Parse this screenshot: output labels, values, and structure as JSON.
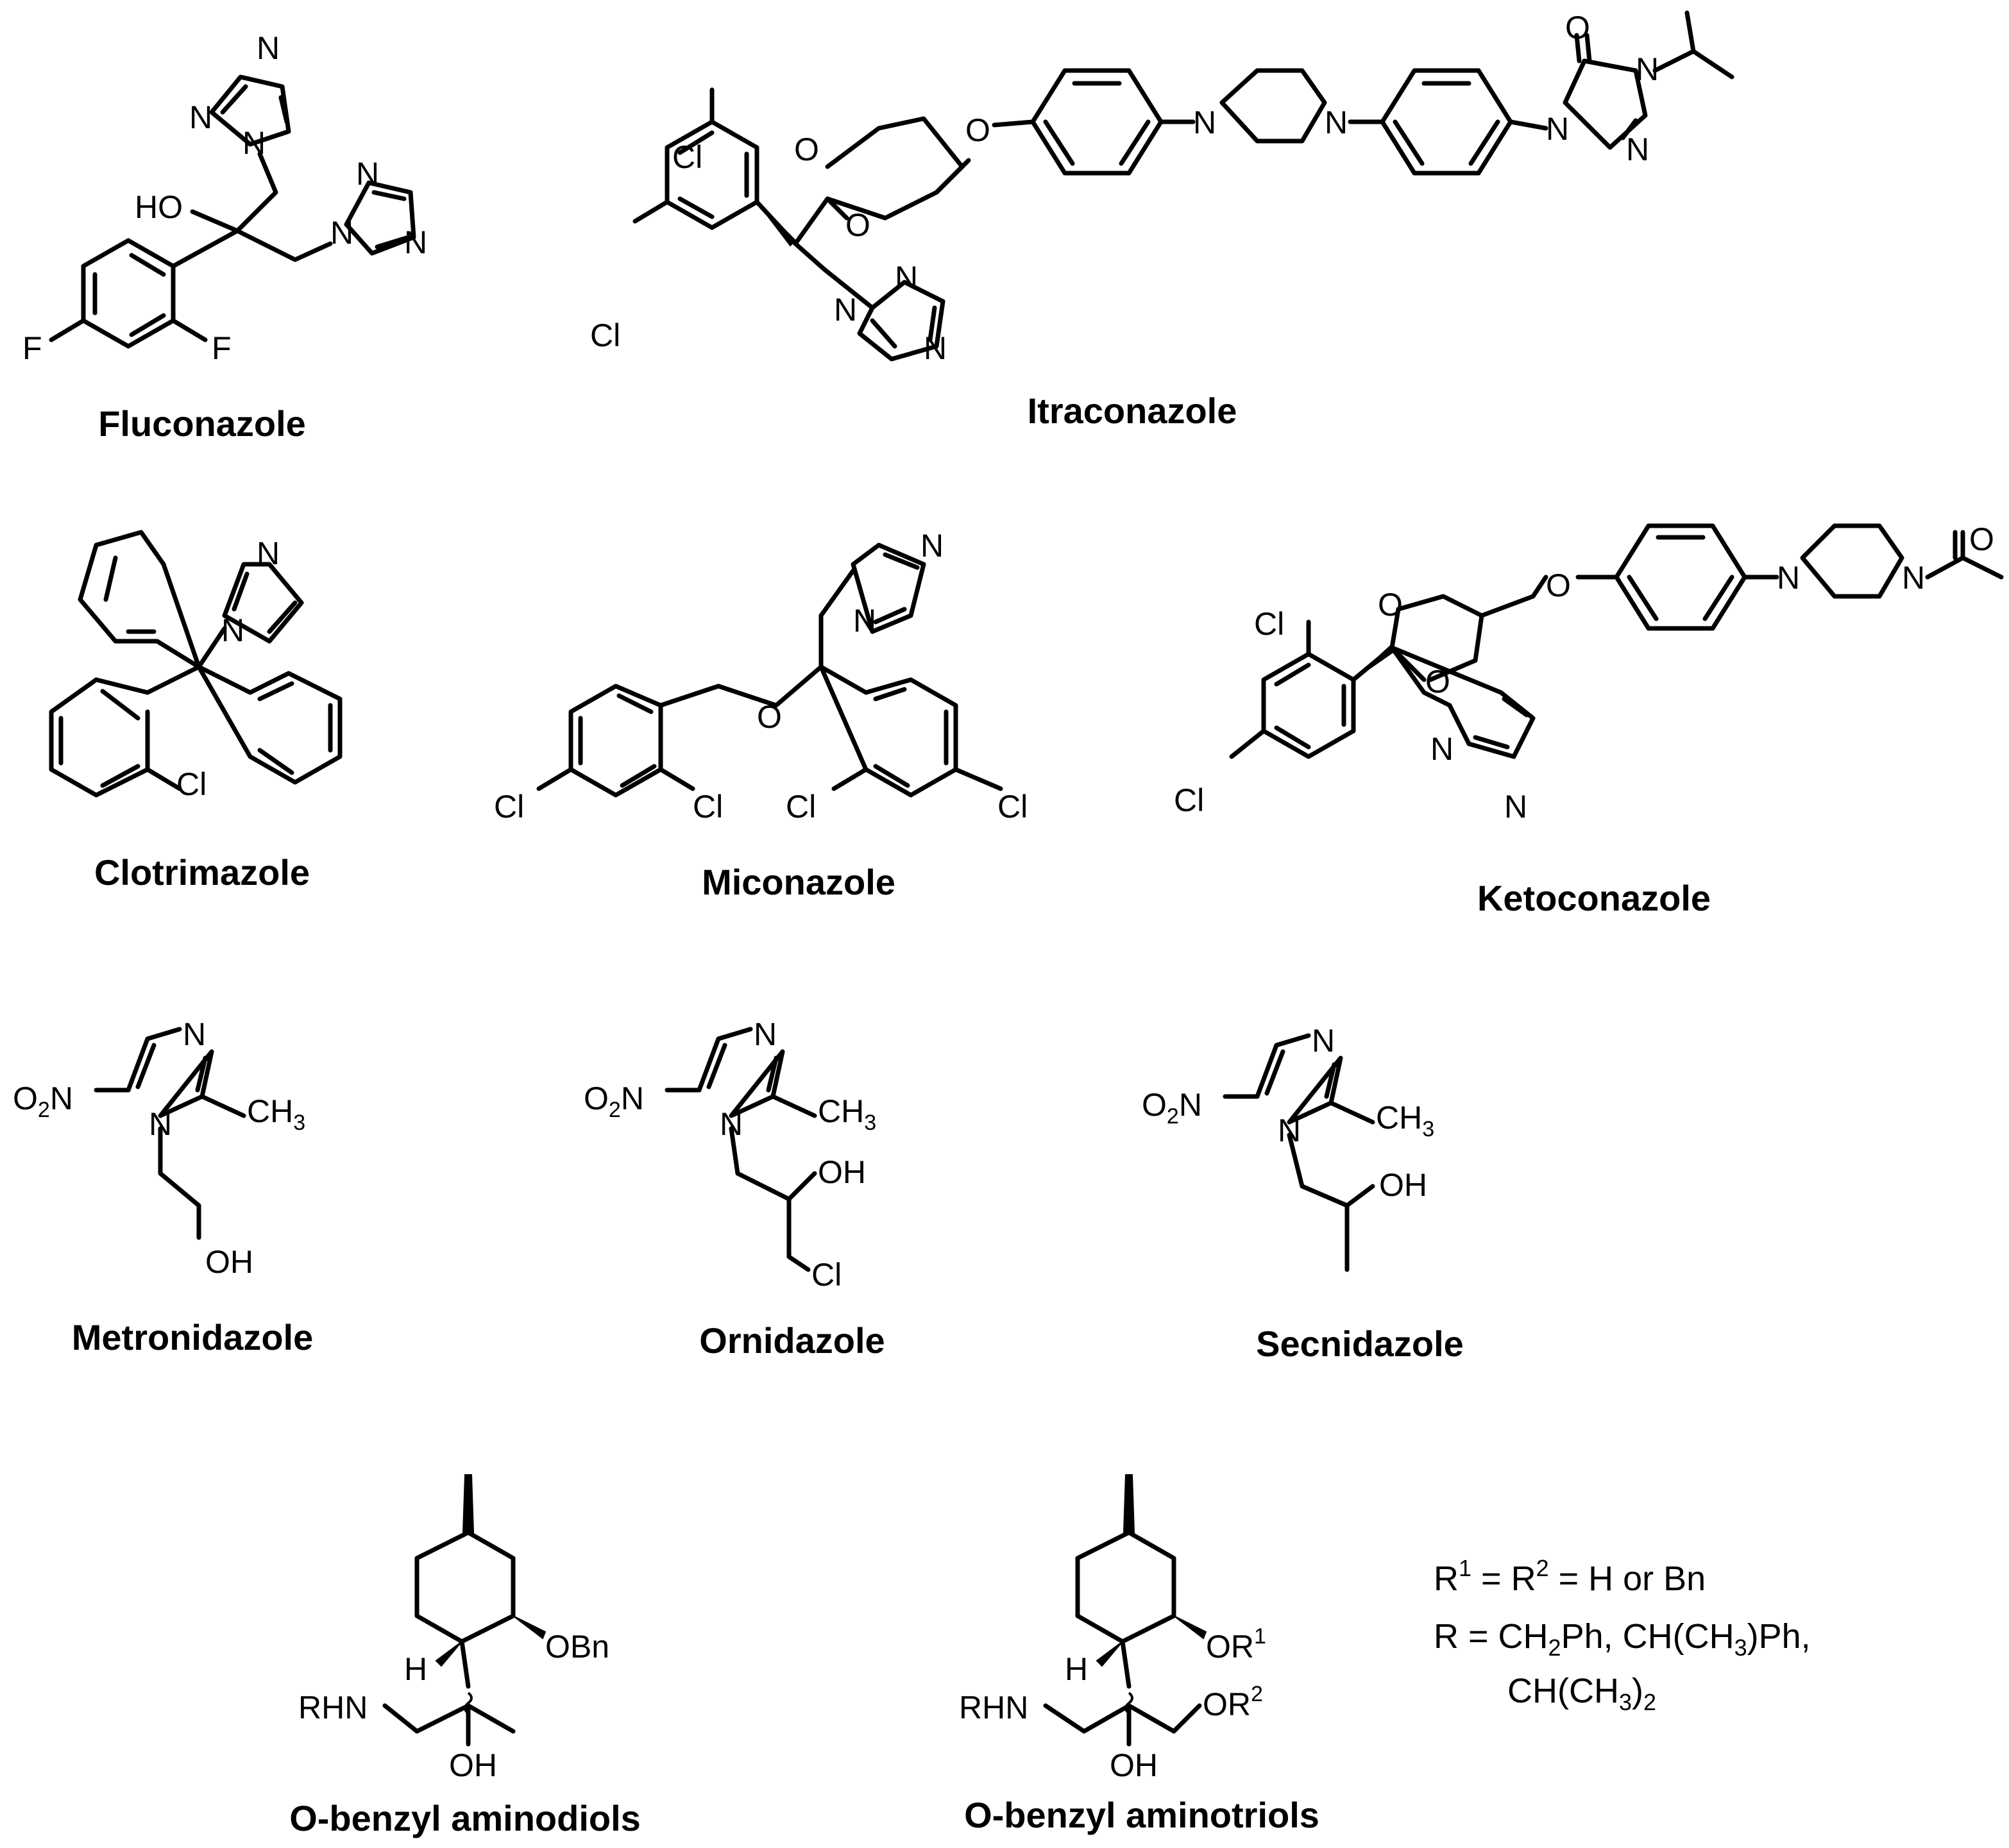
{
  "compounds": [
    {
      "name": "Fluconazole"
    },
    {
      "name": "Itraconazole"
    },
    {
      "name": "Clotrimazole"
    },
    {
      "name": "Miconazole"
    },
    {
      "name": "Ketoconazole"
    },
    {
      "name": "Metronidazole"
    },
    {
      "name": "Ornidazole"
    },
    {
      "name": "Secnidazole"
    },
    {
      "name": "O-benzyl aminodiols"
    },
    {
      "name": "O-benzyl aminotriols"
    }
  ],
  "atoms": {
    "N": "N",
    "O": "O",
    "F": "F",
    "Cl": "Cl",
    "H": "H",
    "HO": "HO",
    "OH": "OH",
    "O2N": "O",
    "O2N_sub": "2",
    "O2N_tail": "N",
    "CH3": "CH",
    "CH3_sub": "3",
    "OBn": "OBn",
    "RHN": "RHN",
    "OR": "OR",
    "sup1": "1",
    "sup2": "2"
  },
  "legend": {
    "line1_a": "R",
    "line1_sup1": "1",
    "line1_b": " = R",
    "line1_sup2": "2",
    "line1_c": " = H or Bn",
    "line2_a": "R = CH",
    "line2_sub": "2",
    "line2_b": "Ph, CH(CH",
    "line2_sub2": "3",
    "line2_c": ")Ph,",
    "line3_a": "CH(CH",
    "line3_sub": "3",
    "line3_b": ")",
    "line3_sub2": "2"
  }
}
